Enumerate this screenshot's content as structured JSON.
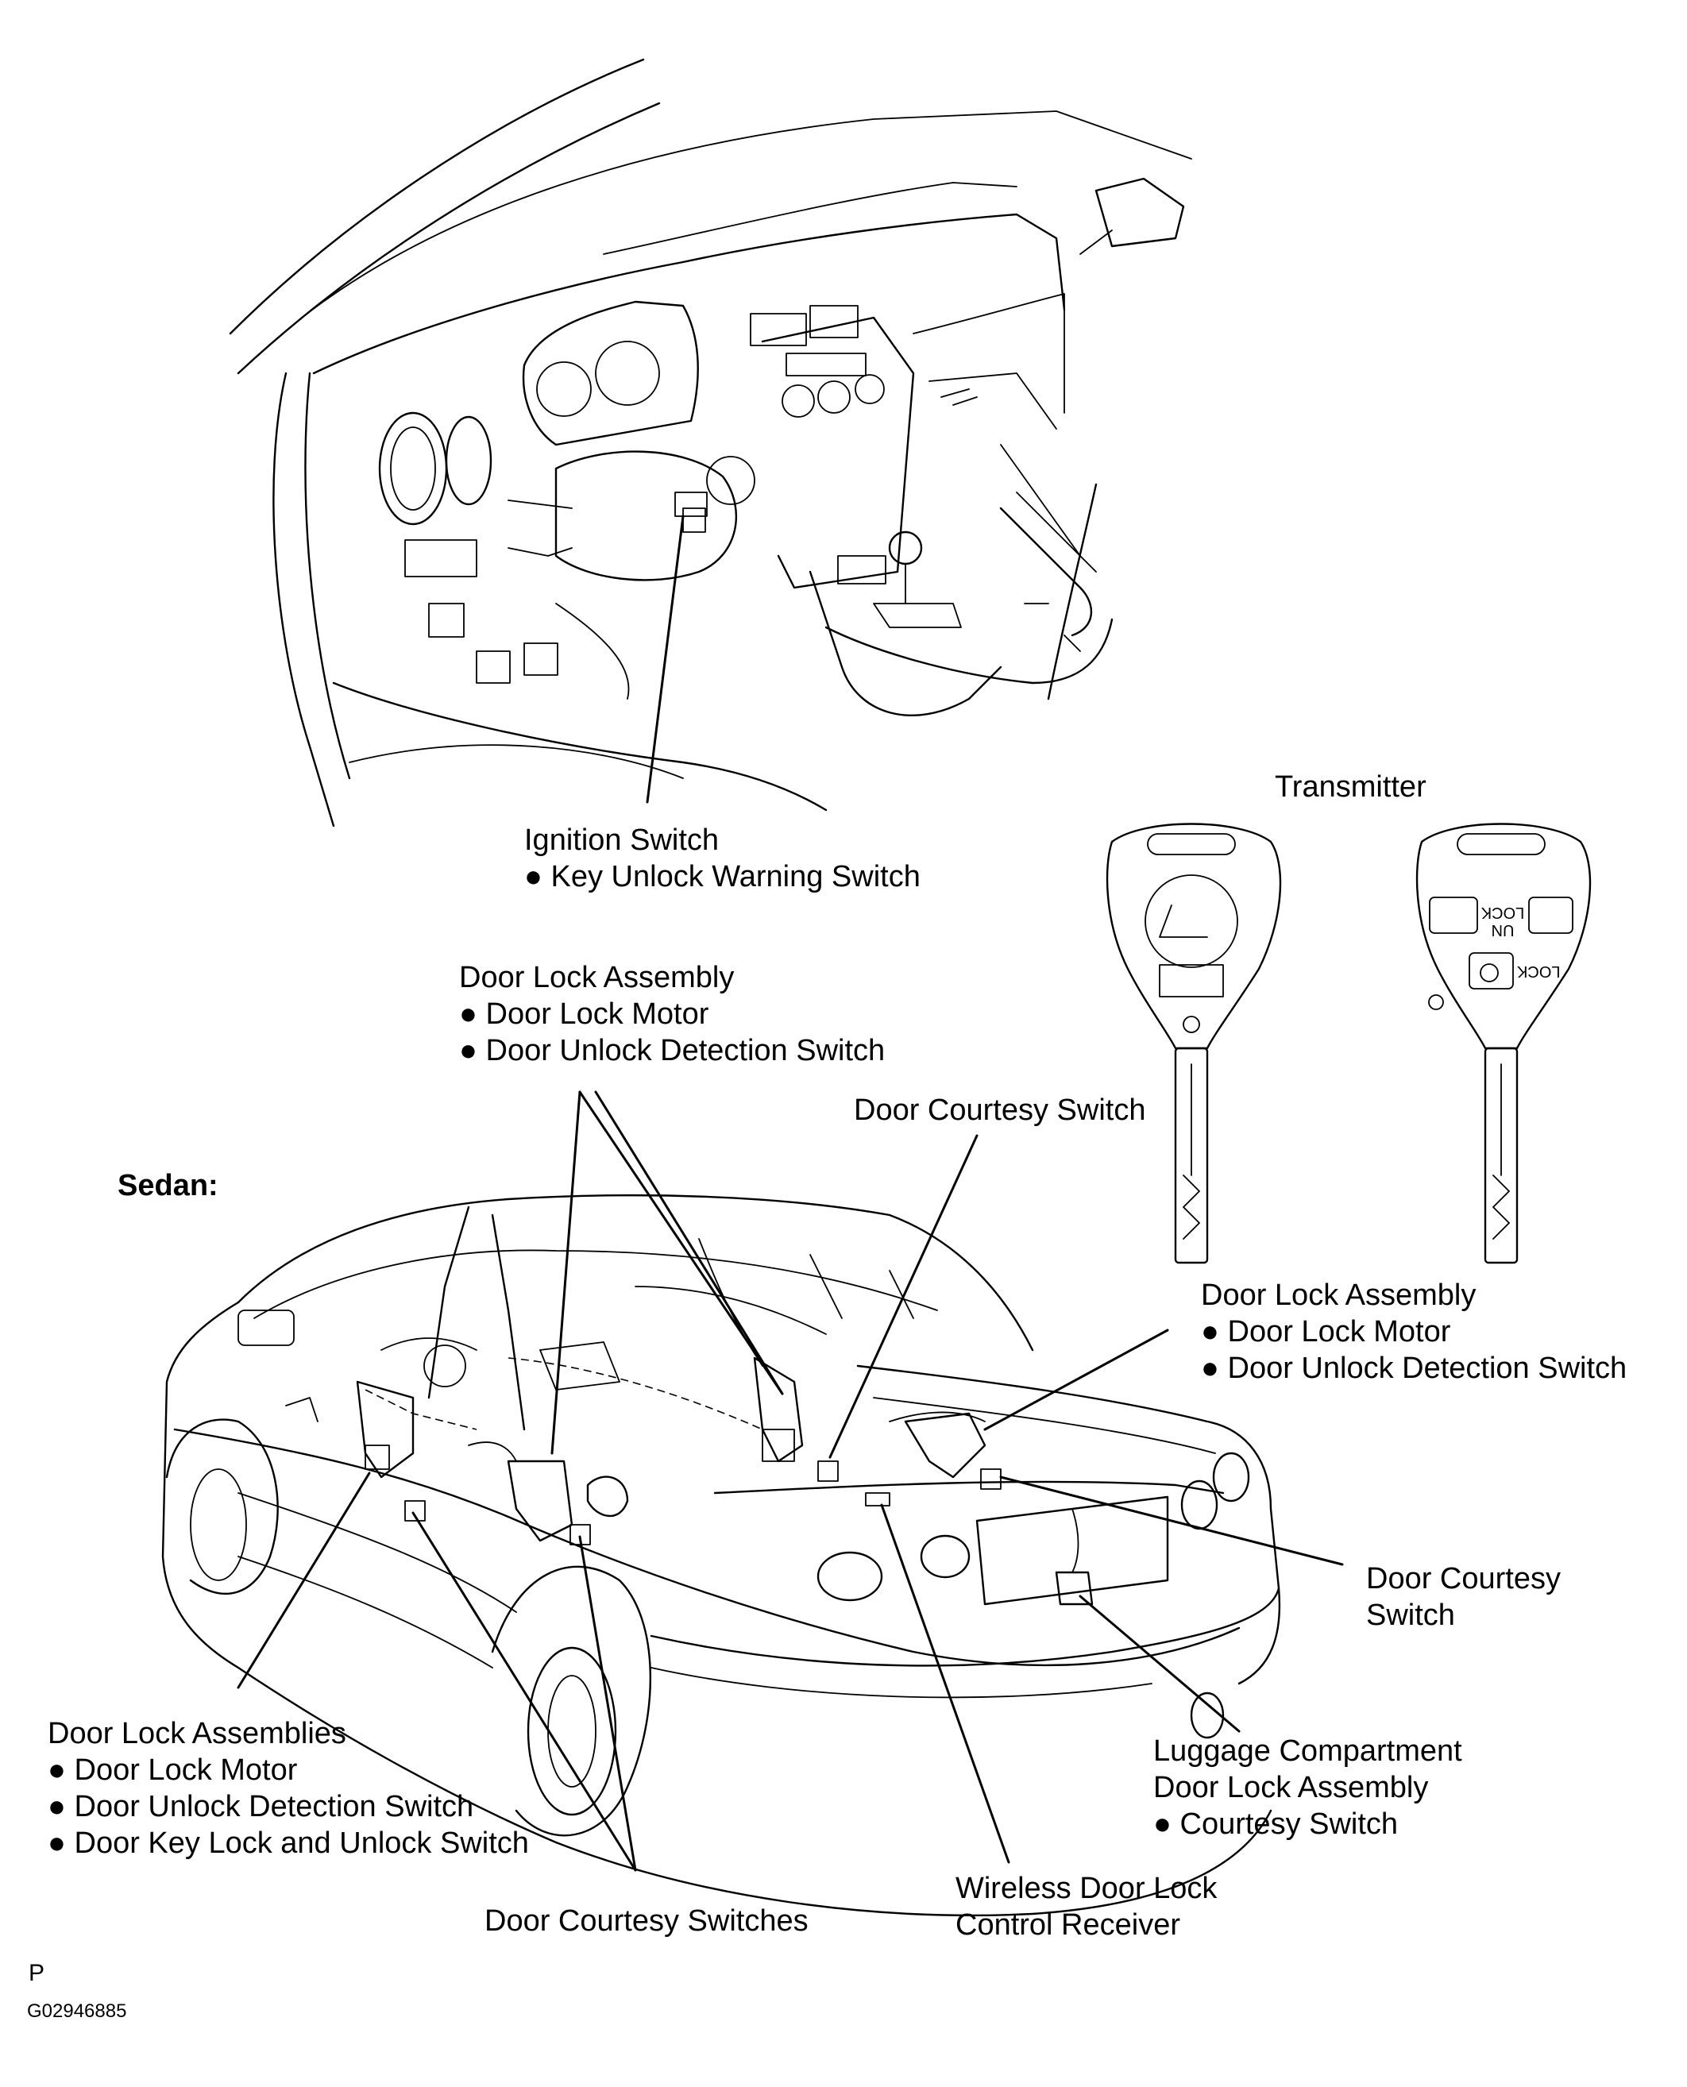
{
  "labels": {
    "ignition": {
      "title": "Ignition Switch",
      "items": [
        "● Key Unlock Warning Switch"
      ]
    },
    "transmitter": "Transmitter",
    "key_buttons": {
      "unlock": "UN LOCK",
      "lock": "LOCK"
    },
    "door_lock_front_right": {
      "title": "Door Lock Assembly",
      "items": [
        "● Door Lock Motor",
        "● Door Unlock Detection Switch"
      ]
    },
    "door_courtesy_top": "Door Courtesy Switch",
    "sedan": "Sedan:",
    "door_lock_rear_right": {
      "title": "Door Lock Assembly",
      "items": [
        "● Door Lock Motor",
        "● Door Unlock Detection Switch"
      ]
    },
    "door_courtesy_right": [
      "Door Courtesy",
      "Switch"
    ],
    "door_lock_left": {
      "title": "Door Lock Assemblies",
      "items": [
        "● Door Lock Motor",
        "● Door Unlock Detection Switch",
        "● Door Key Lock and Unlock Switch"
      ]
    },
    "luggage": {
      "title": "Luggage Compartment",
      "title2": "Door Lock Assembly",
      "items": [
        "● Courtesy Switch"
      ]
    },
    "door_courtesy_switches": "Door Courtesy Switches",
    "wireless": [
      "Wireless Door Lock",
      "Control Receiver"
    ],
    "footer_letter": "P",
    "footer_code": "G02946885"
  }
}
